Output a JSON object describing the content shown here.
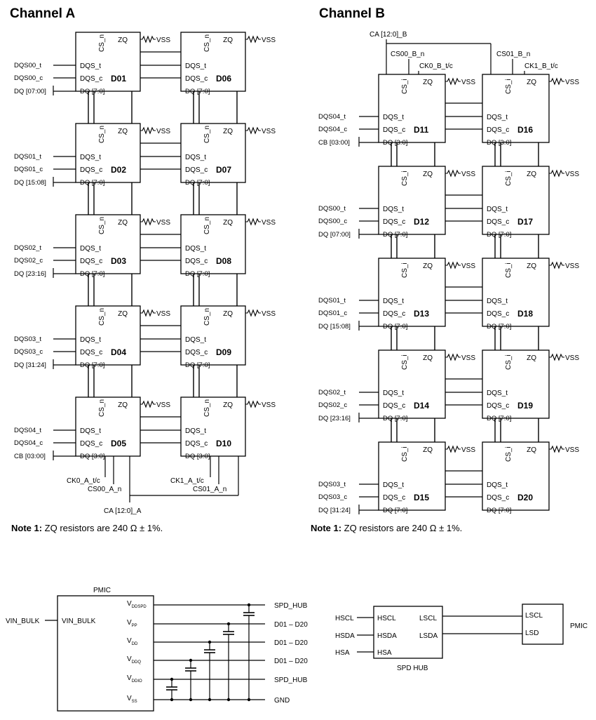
{
  "channel_a": {
    "title": "Channel A",
    "note_bold": "Note 1:",
    "note_text": " ZQ resistors are 240 Ω ± 1%.",
    "ca_bus": "CA [12:0]_A",
    "ck0": "CK0_A_t/c",
    "cs00": "CS00_A_n",
    "ck1": "CK1_A_t/c",
    "cs01": "CS01_A_n",
    "rows": [
      {
        "left": "D01",
        "right": "D06",
        "dqs_t": "DQS00_t",
        "dqs_c": "DQS00_c",
        "dq": "DQ [07:00]",
        "pin_dq_left": "DQ [7:0]",
        "pin_dq_right": "DQ [7:0]"
      },
      {
        "left": "D02",
        "right": "D07",
        "dqs_t": "DQS01_t",
        "dqs_c": "DQS01_c",
        "dq": "DQ  [15:08]",
        "pin_dq_left": "DQ [7:0]",
        "pin_dq_right": "DQ [7:0]"
      },
      {
        "left": "D03",
        "right": "D08",
        "dqs_t": "DQS02_t",
        "dqs_c": "DQS02_c",
        "dq": "DQ  [23:16]",
        "pin_dq_left": "DQ [7:0]",
        "pin_dq_right": "DQ [7:0]"
      },
      {
        "left": "D04",
        "right": "D09",
        "dqs_t": "DQS03_t",
        "dqs_c": "DQS03_c",
        "dq": "DQ  [31:24]",
        "pin_dq_left": "DQ [7:0]",
        "pin_dq_right": "DQ [7:0]"
      },
      {
        "left": "D05",
        "right": "D10",
        "dqs_t": "DQS04_t",
        "dqs_c": "DQS04_c",
        "dq": "CB  [03:00]",
        "pin_dq_left": "DQ  [3:0]",
        "pin_dq_right": "DQ  [3:0]"
      }
    ]
  },
  "channel_b": {
    "title": "Channel B",
    "note_bold": "Note 1:",
    "note_text": " ZQ resistors are 240 Ω ± 1%.",
    "ca_bus": "CA [12:0]_B",
    "cs00": "CS00_B_n",
    "ck0": "CK0_B_t/c",
    "cs01": "CS01_B_n",
    "ck1": "CK1_B_t/c",
    "rows": [
      {
        "left": "D11",
        "right": "D16",
        "dqs_t": "DQS04_t",
        "dqs_c": "DQS04_c",
        "dq": "CB [03:00]",
        "pin_dq_left": "DQ  [3:0]",
        "pin_dq_right": "DQ  [3:0]"
      },
      {
        "left": "D12",
        "right": "D17",
        "dqs_t": "DQS00_t",
        "dqs_c": "DQS00_c",
        "dq": "DQ  [07:00]",
        "pin_dq_left": "DQ  [7:0]",
        "pin_dq_right": "DQ  [7:0]"
      },
      {
        "left": "D13",
        "right": "D18",
        "dqs_t": "DQS01_t",
        "dqs_c": "DQS01_c",
        "dq": "DQ  [15:08]",
        "pin_dq_left": "DQ  [7:0]",
        "pin_dq_right": "DQ  [7:0]"
      },
      {
        "left": "D14",
        "right": "D19",
        "dqs_t": "DQS02_t",
        "dqs_c": "DQS02_c",
        "dq": "DQ  [23:16]",
        "pin_dq_left": "DQ  [7:0]",
        "pin_dq_right": "DQ  [7:0]"
      },
      {
        "left": "D15",
        "right": "D20",
        "dqs_t": "DQS03_t",
        "dqs_c": "DQS03_c",
        "dq": "DQ  [31:24]",
        "pin_dq_left": "DQ  [7:0]",
        "pin_dq_right": "DQ  [7:0]"
      }
    ]
  },
  "chip_pins": {
    "cs": "CS_n",
    "cs_b": "CS_i",
    "zq": "ZQ",
    "vss": "VSS",
    "dqs_t": "DQS_t",
    "dqs_c": "DQS_c"
  },
  "pmic": {
    "title": "PMIC",
    "input_ext": "VIN_BULK",
    "input_pin": "VIN_BULK",
    "rails": [
      {
        "main": "V",
        "sub": "DDSPD",
        "dest": "SPD_HUB"
      },
      {
        "main": "V",
        "sub": "PP",
        "dest": "D01 – D20"
      },
      {
        "main": "V",
        "sub": "DD",
        "dest": "D01 – D20"
      },
      {
        "main": "V",
        "sub": "DDQ",
        "dest": "D01 – D20"
      },
      {
        "main": "V",
        "sub": "DDIO",
        "dest": "SPD_HUB"
      },
      {
        "main": "V",
        "sub": "SS",
        "dest": "GND"
      }
    ]
  },
  "spd_hub": {
    "title": "SPD  HUB",
    "left_ext": [
      "HSCL",
      "HSDA",
      "HSA"
    ],
    "left_pins": [
      "HSCL",
      "HSDA",
      "HSA"
    ],
    "right_pins": [
      "LSCL",
      "LSDA"
    ],
    "pmic_pins": [
      "LSCL",
      "LSD"
    ],
    "pmic_label": "PMIC"
  }
}
